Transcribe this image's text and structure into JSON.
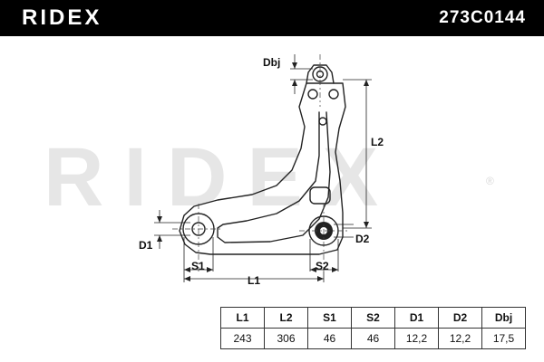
{
  "header": {
    "brand": "RIDEX",
    "part_number": "273C0144"
  },
  "watermark": {
    "text": "RIDEX",
    "registered_mark": "®"
  },
  "drawing_labels": {
    "dbj": "Dbj",
    "l2": "L2",
    "d1": "D1",
    "d2": "D2",
    "s1": "S1",
    "s2": "S2",
    "l1": "L1"
  },
  "dimensions_table": {
    "headers": [
      "L1",
      "L2",
      "S1",
      "S2",
      "D1",
      "D2",
      "Dbj"
    ],
    "values": [
      "243",
      "306",
      "46",
      "46",
      "12,2",
      "12,2",
      "17,5"
    ]
  },
  "colors": {
    "header_bg": "#000000",
    "header_text": "#ffffff",
    "line": "#222222",
    "watermark": "#e6e6e6"
  }
}
